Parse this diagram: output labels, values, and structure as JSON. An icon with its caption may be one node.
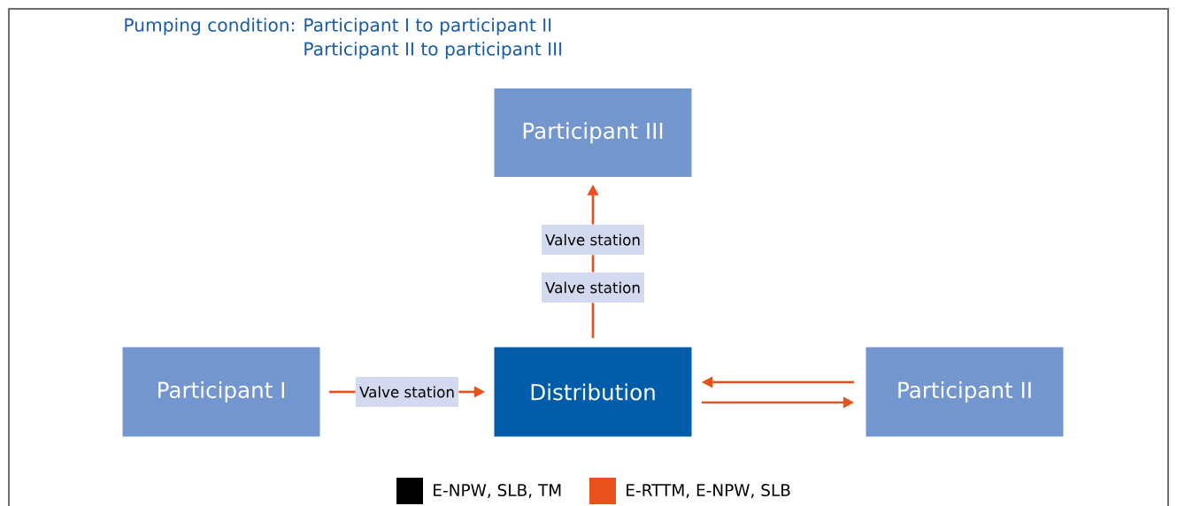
{
  "diagram": {
    "title": "Pumping condition:",
    "nodes": [
      {
        "text": [
          "Participant III"
        ]
      },
      {
        "text": [
          "Valve station"
        ]
      },
      {
        "text": [
          "Valve station"
        ]
      },
      {
        "text": [
          "Participant I"
        ]
      },
      {
        "text": [
          "Valve station"
        ]
      },
      {
        "text": [
          "Distribution"
        ]
      },
      {
        "text": [
          "Participant II"
        ]
      }
    ],
    "edges": [
      {
        "from": 3,
        "to": 4,
        "arrow": "none"
      },
      {
        "from": 4,
        "to": 5,
        "arrow": "to"
      },
      {
        "from": 5,
        "to": 2,
        "arrow": "none"
      },
      {
        "from": 2,
        "to": 1,
        "arrow": "none"
      },
      {
        "from": 1,
        "to": 0,
        "arrow": "to"
      },
      {
        "from": 6,
        "to": 5,
        "arrow": "to"
      },
      {
        "from": 5,
        "to": 6,
        "arrow": "to"
      }
    ],
    "labels": [
      "Participant I to participant II",
      "Participant II to participant III"
    ],
    "legend": [
      {
        "text": "E-NPW, SLB, TM",
        "color": "#000000"
      },
      {
        "text": "E-RTTM, E-NPW, SLB",
        "color": "#e8501e"
      }
    ]
  }
}
